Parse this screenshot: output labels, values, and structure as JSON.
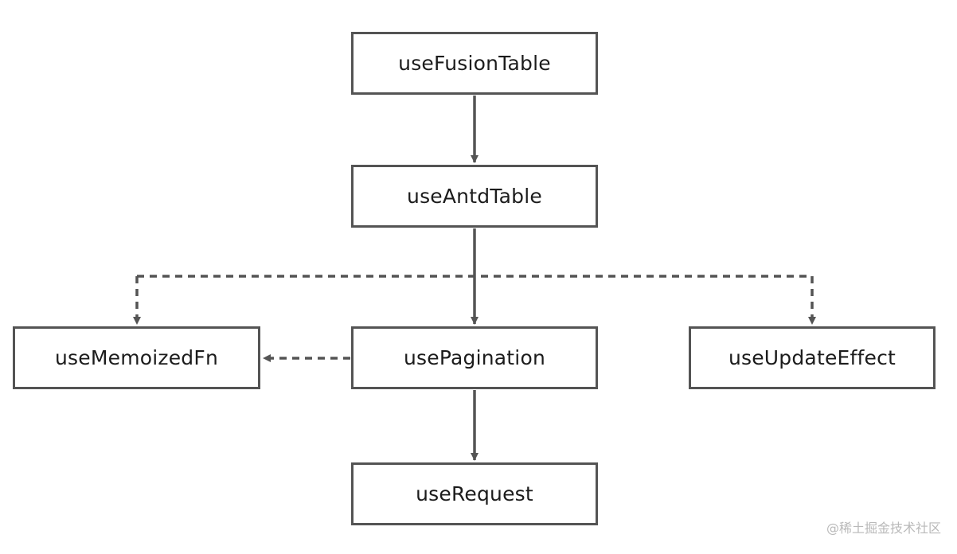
{
  "diagram": {
    "nodes": [
      {
        "id": "fusion",
        "label": "useFusionTable"
      },
      {
        "id": "antd",
        "label": "useAntdTable"
      },
      {
        "id": "memo",
        "label": "useMemoizedFn"
      },
      {
        "id": "pagination",
        "label": "usePagination"
      },
      {
        "id": "update",
        "label": "useUpdateEffect"
      },
      {
        "id": "request",
        "label": "useRequest"
      }
    ],
    "edges": [
      {
        "from": "useFusionTable",
        "to": "useAntdTable",
        "style": "solid"
      },
      {
        "from": "useAntdTable",
        "to": "usePagination",
        "style": "solid"
      },
      {
        "from": "useAntdTable",
        "to": "useMemoizedFn",
        "style": "dashed"
      },
      {
        "from": "useAntdTable",
        "to": "useUpdateEffect",
        "style": "dashed"
      },
      {
        "from": "usePagination",
        "to": "useMemoizedFn",
        "style": "dashed"
      },
      {
        "from": "usePagination",
        "to": "useRequest",
        "style": "solid"
      }
    ],
    "colors": {
      "stroke": "#545454",
      "text": "#1c1c1c",
      "background": "#ffffff"
    }
  },
  "watermark": {
    "text": "@稀土掘金技术社区"
  }
}
